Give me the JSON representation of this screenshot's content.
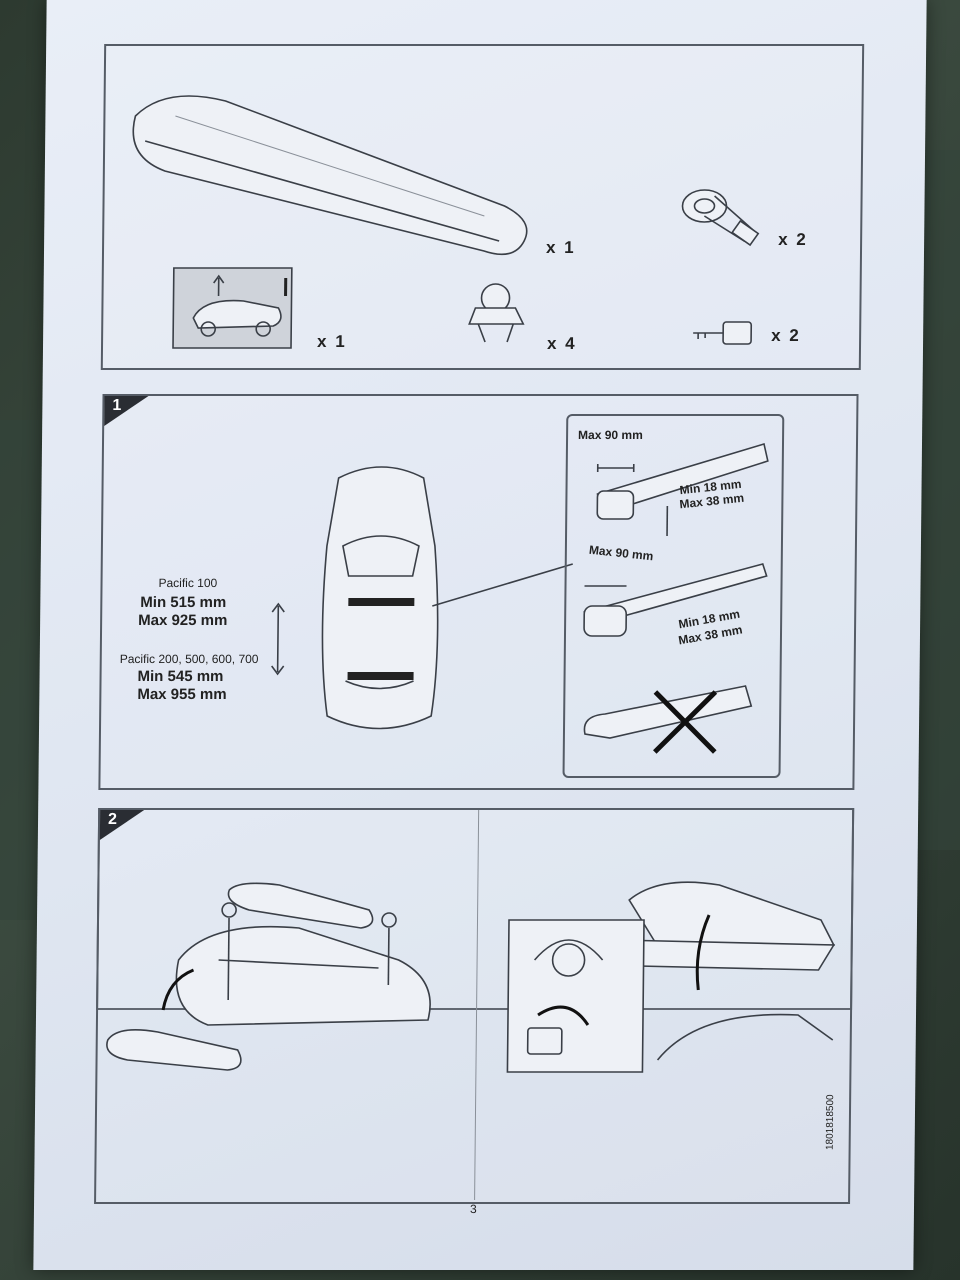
{
  "contents": {
    "box_qty": "x 1",
    "strap_qty": "x 2",
    "sticker_qty": "x 1",
    "clamp_qty": "x 4",
    "key_qty": "x 2"
  },
  "step1": {
    "number": "1",
    "pacific100_label": "Pacific 100",
    "pacific100_min": "Min 515 mm",
    "pacific100_max": "Max 925 mm",
    "pacific_other_label": "Pacific 200, 500, 600, 700",
    "pacific_other_min": "Min 545 mm",
    "pacific_other_max": "Max 955 mm",
    "bar1_width": "Max 90 mm",
    "bar1_min_h": "Min 18 mm",
    "bar1_max_h": "Max 38 mm",
    "bar2_width": "Max 90 mm",
    "bar2_min_h": "Min 18 mm",
    "bar2_max_h": "Max 38 mm"
  },
  "step2": {
    "number": "2"
  },
  "footer": {
    "page_number": "3",
    "doc_code": "1801818500"
  }
}
